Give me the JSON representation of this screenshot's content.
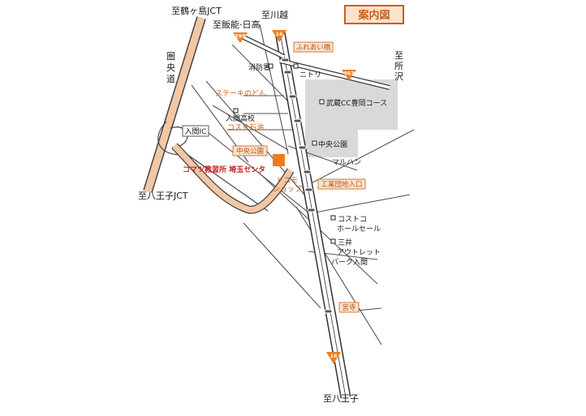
{
  "map": {
    "title": "案内図",
    "expressway": {
      "name_vertical": [
        "圏",
        "央",
        "道"
      ],
      "to_north": "至鶴ヶ島JCT",
      "to_south": "至八王子JCT",
      "interchange": "入間IC"
    },
    "directions": {
      "north_hanno": "至飯能·日高",
      "north_kawagoe": "至川越",
      "east_tokorozawa": [
        "至",
        "所",
        "沢"
      ],
      "south_hachioji": "至八王子"
    },
    "route_numbers": {
      "r299": "299",
      "r16_north": "16",
      "r463": "463",
      "r16_south": "16"
    },
    "intersections": {
      "fureai": "ふれあい橋",
      "chuo_koen": "中央公園",
      "kogyo_danchi": "工業団地入口",
      "miyadera": "宮寺"
    },
    "landmarks": {
      "fire_station": "消防署",
      "nitori": "ニトリ",
      "steak": "ステーキのどん",
      "iruma_hs": "入間高校",
      "cosmo": "コスモ石油",
      "golf": "武蔵CC豊岡コース",
      "park": "中央公園",
      "maruhan": "マルハン",
      "costco_1": "コストコ",
      "costco_2": "ホールセール",
      "mitsui_1": "三井",
      "mitsui_2": "アウトレット",
      "mitsui_3": "パーク入間",
      "docomo_1": "ドコモ",
      "docomo_2": "ショップ"
    },
    "target": {
      "name": "コマツ教習所 埼玉センタ"
    },
    "colors": {
      "expressway": "#f1c7a4",
      "expressway_edge": "#444444",
      "marker": "#f07c1c",
      "area_gray": "#d9d9d9",
      "tag_bg": "#fbe3cc",
      "accent_orange": "#c8601a"
    }
  }
}
